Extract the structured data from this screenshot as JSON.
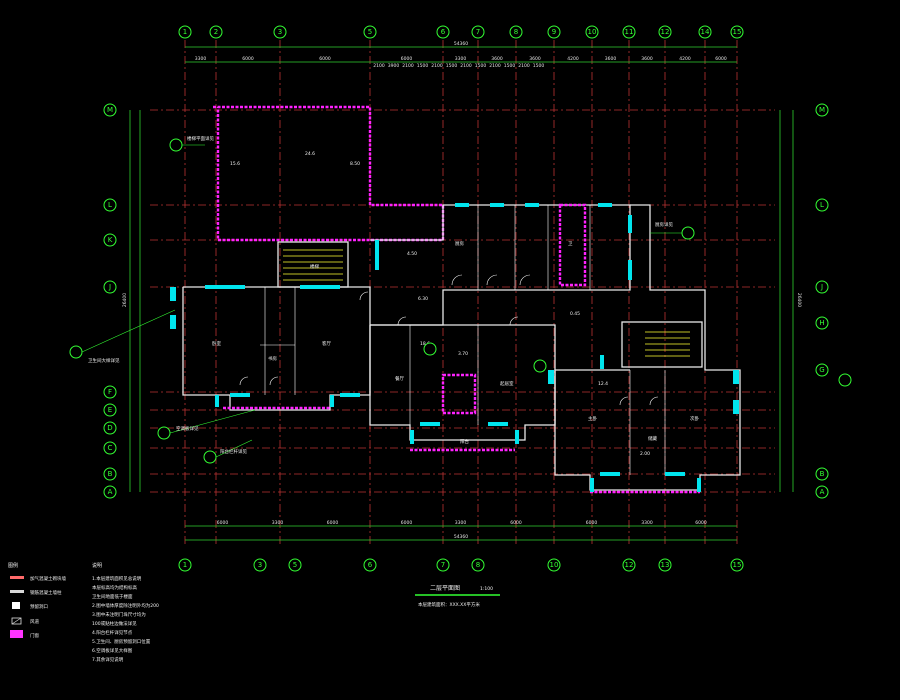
{
  "top_axes": [
    "1",
    "2",
    "3",
    "5",
    "6",
    "7",
    "8",
    "9",
    "10",
    "11",
    "12",
    "14",
    "15"
  ],
  "bottom_axes": [
    "1",
    "3",
    "5",
    "6",
    "7",
    "8",
    "10",
    "12",
    "13",
    "15"
  ],
  "left_axes": [
    "M",
    "L",
    "K",
    "J",
    "F",
    "E",
    "D",
    "C",
    "B",
    "A"
  ],
  "right_axes": [
    "M",
    "L",
    "J",
    "H",
    "G",
    "B",
    "A"
  ],
  "dims": {
    "top_total": "54360",
    "bottom_total": "54360",
    "left_total": "26400",
    "right_total": "26400",
    "top_row1": [
      "3300",
      "6000",
      "6000",
      "6000",
      "3300",
      "3600",
      "3600",
      "4200",
      "3600",
      "3600",
      "4200",
      "6000"
    ],
    "top_row2": [
      "2100",
      "3900",
      "2100",
      "1500",
      "2100",
      "1500",
      "2100",
      "1500",
      "2100",
      "1500",
      "2100",
      "1500"
    ],
    "bottom_row1": [
      "6000",
      "3300",
      "6000",
      "6000",
      "3300",
      "6000",
      "6000",
      "3300",
      "6000"
    ]
  },
  "rooms": {
    "stair_label": "楼梯",
    "room_labels": [
      "卧室",
      "客厅",
      "书房",
      "厨房",
      "卫",
      "餐厅",
      "起居室",
      "阳台",
      "主卧",
      "次卧",
      "储藏"
    ],
    "area_labels": [
      "15.6",
      "24.6",
      "8.50",
      "4.50",
      "6.30",
      "3.70",
      "18.6",
      "12.4",
      "2.00",
      "0.45"
    ]
  },
  "callouts": [
    "楼梯平面详见",
    "卫生间大样详见",
    "空调板详见",
    "阳台栏杆详见",
    "厨房详见"
  ],
  "legend": {
    "heading": "图例",
    "items": [
      {
        "label": "加气混凝土砌块墙"
      },
      {
        "label": "钢筋混凝土墙柱"
      },
      {
        "label": "预留洞口"
      },
      {
        "label": "风道"
      },
      {
        "label": "门窗"
      }
    ]
  },
  "notes": {
    "heading": "说明",
    "lines": [
      "1.本层建筑面积见总说明",
      "  本层标高均为结构标高",
      "  卫生间地面低于楼面",
      "2.图中墙体厚度除注明外均为200",
      "3.图中未注明门垛尺寸均为",
      "  100或贴柱边做法详见",
      "4.阳台栏杆详见节点",
      "5.卫生间、厨房预留洞口位置",
      "6.空调板详见大样图",
      "7.其余详见说明"
    ]
  },
  "drawing_title": "二层平面图",
  "scale": "1:100",
  "subtitle": "本层建筑面积：XXX.XX平方米"
}
